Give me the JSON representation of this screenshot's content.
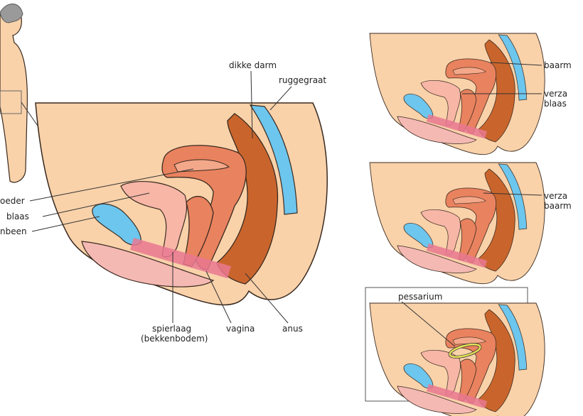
{
  "main_labels": {
    "dikke_darm": "dikke darm",
    "ruggegraat": "ruggegraat",
    "baarmoeder": "oeder",
    "blaas": "blaas",
    "schaambeen": "nbeen",
    "spierlaag_1": "spierlaag",
    "spierlaag_2": "(bekkenbodem)",
    "vagina": "vagina",
    "anus": "anus"
  },
  "side_labels": {
    "panel1_a": "baarm",
    "panel1_b1": "verza",
    "panel1_b2": "blaas",
    "panel2_a1": "verza",
    "panel2_a2": "baarm",
    "panel3_a": "pessarium"
  },
  "colors": {
    "skin": "#f9d2aa",
    "uterus": "#e9825e",
    "bladder": "#f7b6a6",
    "bone": "#6cc6ee",
    "rectum": "#c9652c",
    "pelvic_floor": "#e97890",
    "pessary": "#e6e25a"
  }
}
